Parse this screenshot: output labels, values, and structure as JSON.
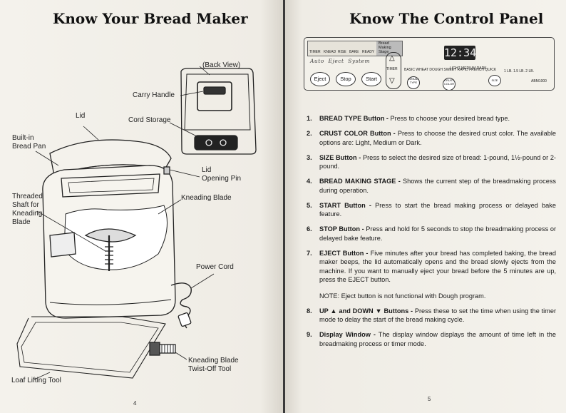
{
  "left_page": {
    "title": "Know Your Bread Maker",
    "labels": {
      "back_view": "(Back View)",
      "carry_handle": "Carry Handle",
      "cord_storage": "Cord Storage",
      "lid": "Lid",
      "built_in_bread_pan": "Built-in\nBread Pan",
      "lid_opening_pin": "Lid\nOpening Pin",
      "kneading_blade": "Kneading Blade",
      "threaded_shaft": "Threaded\nShaft for\nKneading\nBlade",
      "power_cord": "Power Cord",
      "kneading_blade_tool": "Kneading Blade\nTwist-Off Tool",
      "loaf_lifting_tool": "Loaf Lifting Tool"
    },
    "page_number": "4"
  },
  "right_page": {
    "title": "Know The Control Panel",
    "panel": {
      "indicators": [
        "TIMER",
        "KNEAD",
        "RISE",
        "BAKE",
        "READY"
      ],
      "stage_label": "Bread\nMaking\nStage",
      "display": "12:34",
      "mode": "Auto  Eject  System",
      "buttons": [
        "Eject",
        "Stop",
        "Start"
      ],
      "timer_label": "TIMER",
      "bread_type_labels": [
        "BASIC",
        "WHEAT",
        "DOUGH",
        "SWEET",
        "RAPID",
        "FRENCH",
        "QUICK"
      ],
      "color_labels": [
        "LIGHT",
        "MEDIUM",
        "DARK"
      ],
      "size_labels": [
        "1 LB.",
        "1.5 LB.",
        "2 LB."
      ],
      "btn_bread_type": "BREAD\nTYPE",
      "btn_crust_color": "CRUST\nCOLOR",
      "btn_size": "SIZE",
      "model": "ABM1000"
    },
    "items": [
      {
        "num": "1.",
        "term": "BREAD TYPE Button -",
        "text": " Press to choose your desired bread type."
      },
      {
        "num": "2.",
        "term": "CRUST COLOR Button -",
        "text": " Press to choose the desired crust color. The available options are: Light, Medium or Dark."
      },
      {
        "num": "3.",
        "term": "SIZE Button -",
        "text": " Press to select the desired size of bread: 1-pound, 1½-pound or 2-pound."
      },
      {
        "num": "4.",
        "term": "BREAD MAKING STAGE -",
        "text": " Shows the current step of the breadmaking process during operation."
      },
      {
        "num": "5.",
        "term": "START Button -",
        "text": " Press to start the bread making process or delayed bake feature."
      },
      {
        "num": "6.",
        "term": "STOP Button -",
        "text": " Press and hold for 5 seconds to stop the breadmaking process or delayed bake feature."
      },
      {
        "num": "7.",
        "term": "EJECT Button -",
        "text": " Five minutes after your bread has completed baking, the bread maker beeps, the lid automatically opens and the bread slowly ejects from the machine. If you want to manually eject your bread before the 5 minutes are up, press the EJECT button.",
        "note": "NOTE: Eject button is not functional with Dough program."
      },
      {
        "num": "8.",
        "term": "UP ▲ and DOWN ▼ Buttons -",
        "text": " Press these to set the time when using the timer mode to delay the start of the bread making cycle."
      },
      {
        "num": "9.",
        "term": "Display Window -",
        "text": " The display window displays the amount of time left in the breadmaking process or timer mode."
      }
    ],
    "page_number": "5"
  }
}
